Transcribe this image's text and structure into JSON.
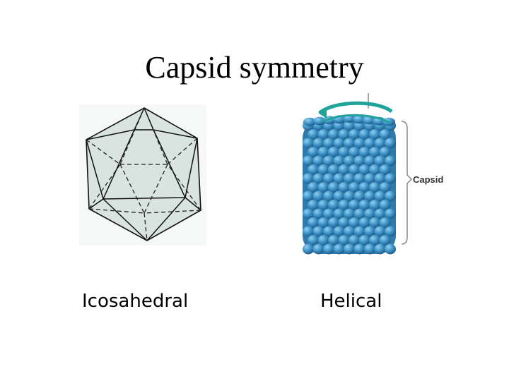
{
  "title": "Capsid symmetry",
  "left": {
    "caption": "Icosahedral"
  },
  "right": {
    "caption": "Helical",
    "annotation": "Capsid"
  },
  "colors": {
    "icosahedron_fill": "#d9e3df",
    "capsomere_fill": "#3f93c7",
    "capsomere_highlight": "#7cc3ea",
    "rna_strand": "#1fa39a"
  }
}
